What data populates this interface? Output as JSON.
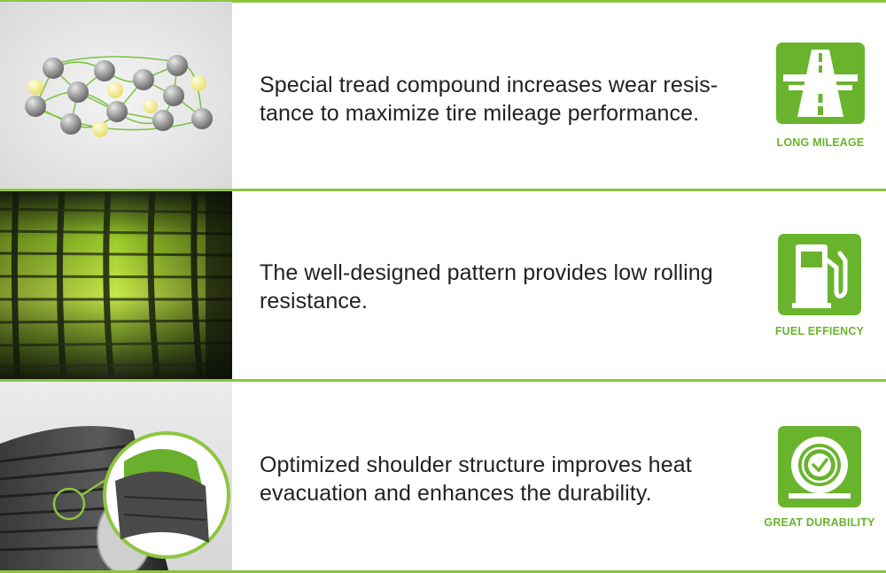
{
  "features": [
    {
      "text_line1": "Special tread compound increases wear resis-",
      "text_line2": "tance to maximize tire mileage performance.",
      "badge_label": "LONG MILEAGE",
      "badge_icon": "highway-road-icon",
      "image": "molecular-compound-illustration"
    },
    {
      "text_line1": "The well-designed pattern provides low rolling",
      "text_line2": "resistance.",
      "badge_label": "FUEL EFFIENCY",
      "badge_icon": "fuel-pump-icon",
      "image": "tire-tread-pattern-photo"
    },
    {
      "text_line1": "Optimized shoulder structure improves heat",
      "text_line2": "evacuation and enhances the durability.",
      "badge_label": "GREAT DURABILITY",
      "badge_icon": "tire-checkmark-icon",
      "image": "tire-shoulder-closeup-photo"
    }
  ],
  "colors": {
    "accent_green": "#6ab42d",
    "rule_green": "#8cc63f",
    "text": "#222222"
  }
}
